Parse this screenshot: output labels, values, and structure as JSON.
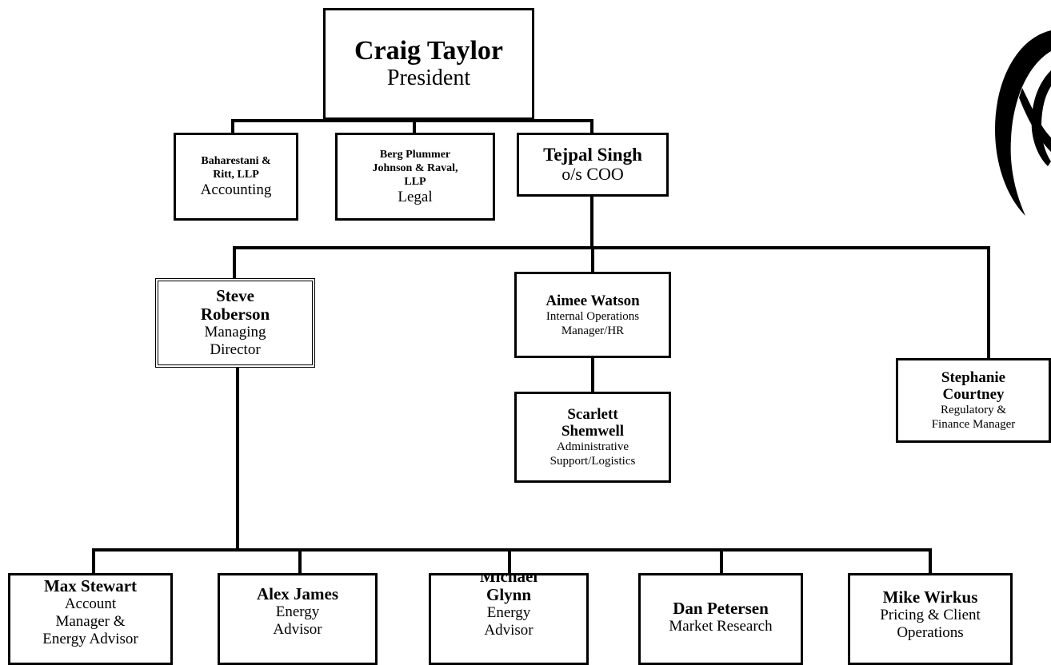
{
  "org_chart": {
    "president": {
      "name": "Craig Taylor",
      "title": "President"
    },
    "accounting": {
      "name_lines": [
        "Baharestani &",
        "Ritt, LLP"
      ],
      "title": "Accounting"
    },
    "legal": {
      "name_lines": [
        "Berg Plummer",
        "Johnson & Raval,",
        "LLP"
      ],
      "title": "Legal"
    },
    "coo": {
      "name": "Tejpal Singh",
      "title": "o/s COO"
    },
    "managing_director": {
      "name_lines": [
        "Steve",
        "Roberson"
      ],
      "title_lines": [
        "Managing",
        "Director"
      ]
    },
    "ops_manager": {
      "name": "Aimee Watson",
      "title_lines": [
        "Internal Operations",
        "Manager/HR"
      ]
    },
    "admin_support": {
      "name_lines": [
        "Scarlett",
        "Shemwell"
      ],
      "title_lines": [
        "Administrative",
        "Support/Logistics"
      ]
    },
    "regulatory": {
      "name_lines": [
        "Stephanie",
        "Courtney"
      ],
      "title_lines": [
        "Regulatory &",
        "Finance Manager"
      ]
    },
    "staff": [
      {
        "name_lines": [
          "Max Stewart"
        ],
        "title_lines": [
          "Account",
          "Manager &",
          "Energy Advisor"
        ]
      },
      {
        "name_lines": [
          "Alex James"
        ],
        "title_lines": [
          "Energy",
          "Advisor"
        ]
      },
      {
        "name_lines": [
          "Michael",
          "Glynn"
        ],
        "title_lines": [
          "Energy",
          "Advisor"
        ]
      },
      {
        "name_lines": [
          "Dan Petersen"
        ],
        "title_lines": [
          "Market Research"
        ]
      },
      {
        "name_lines": [
          "Mike Wirkus"
        ],
        "title_lines": [
          "Pricing & Client",
          "Operations"
        ]
      }
    ]
  },
  "logo": {
    "icon": "stylized-swoosh-logo-icon",
    "color": "#000000"
  },
  "line_color": "#000000"
}
